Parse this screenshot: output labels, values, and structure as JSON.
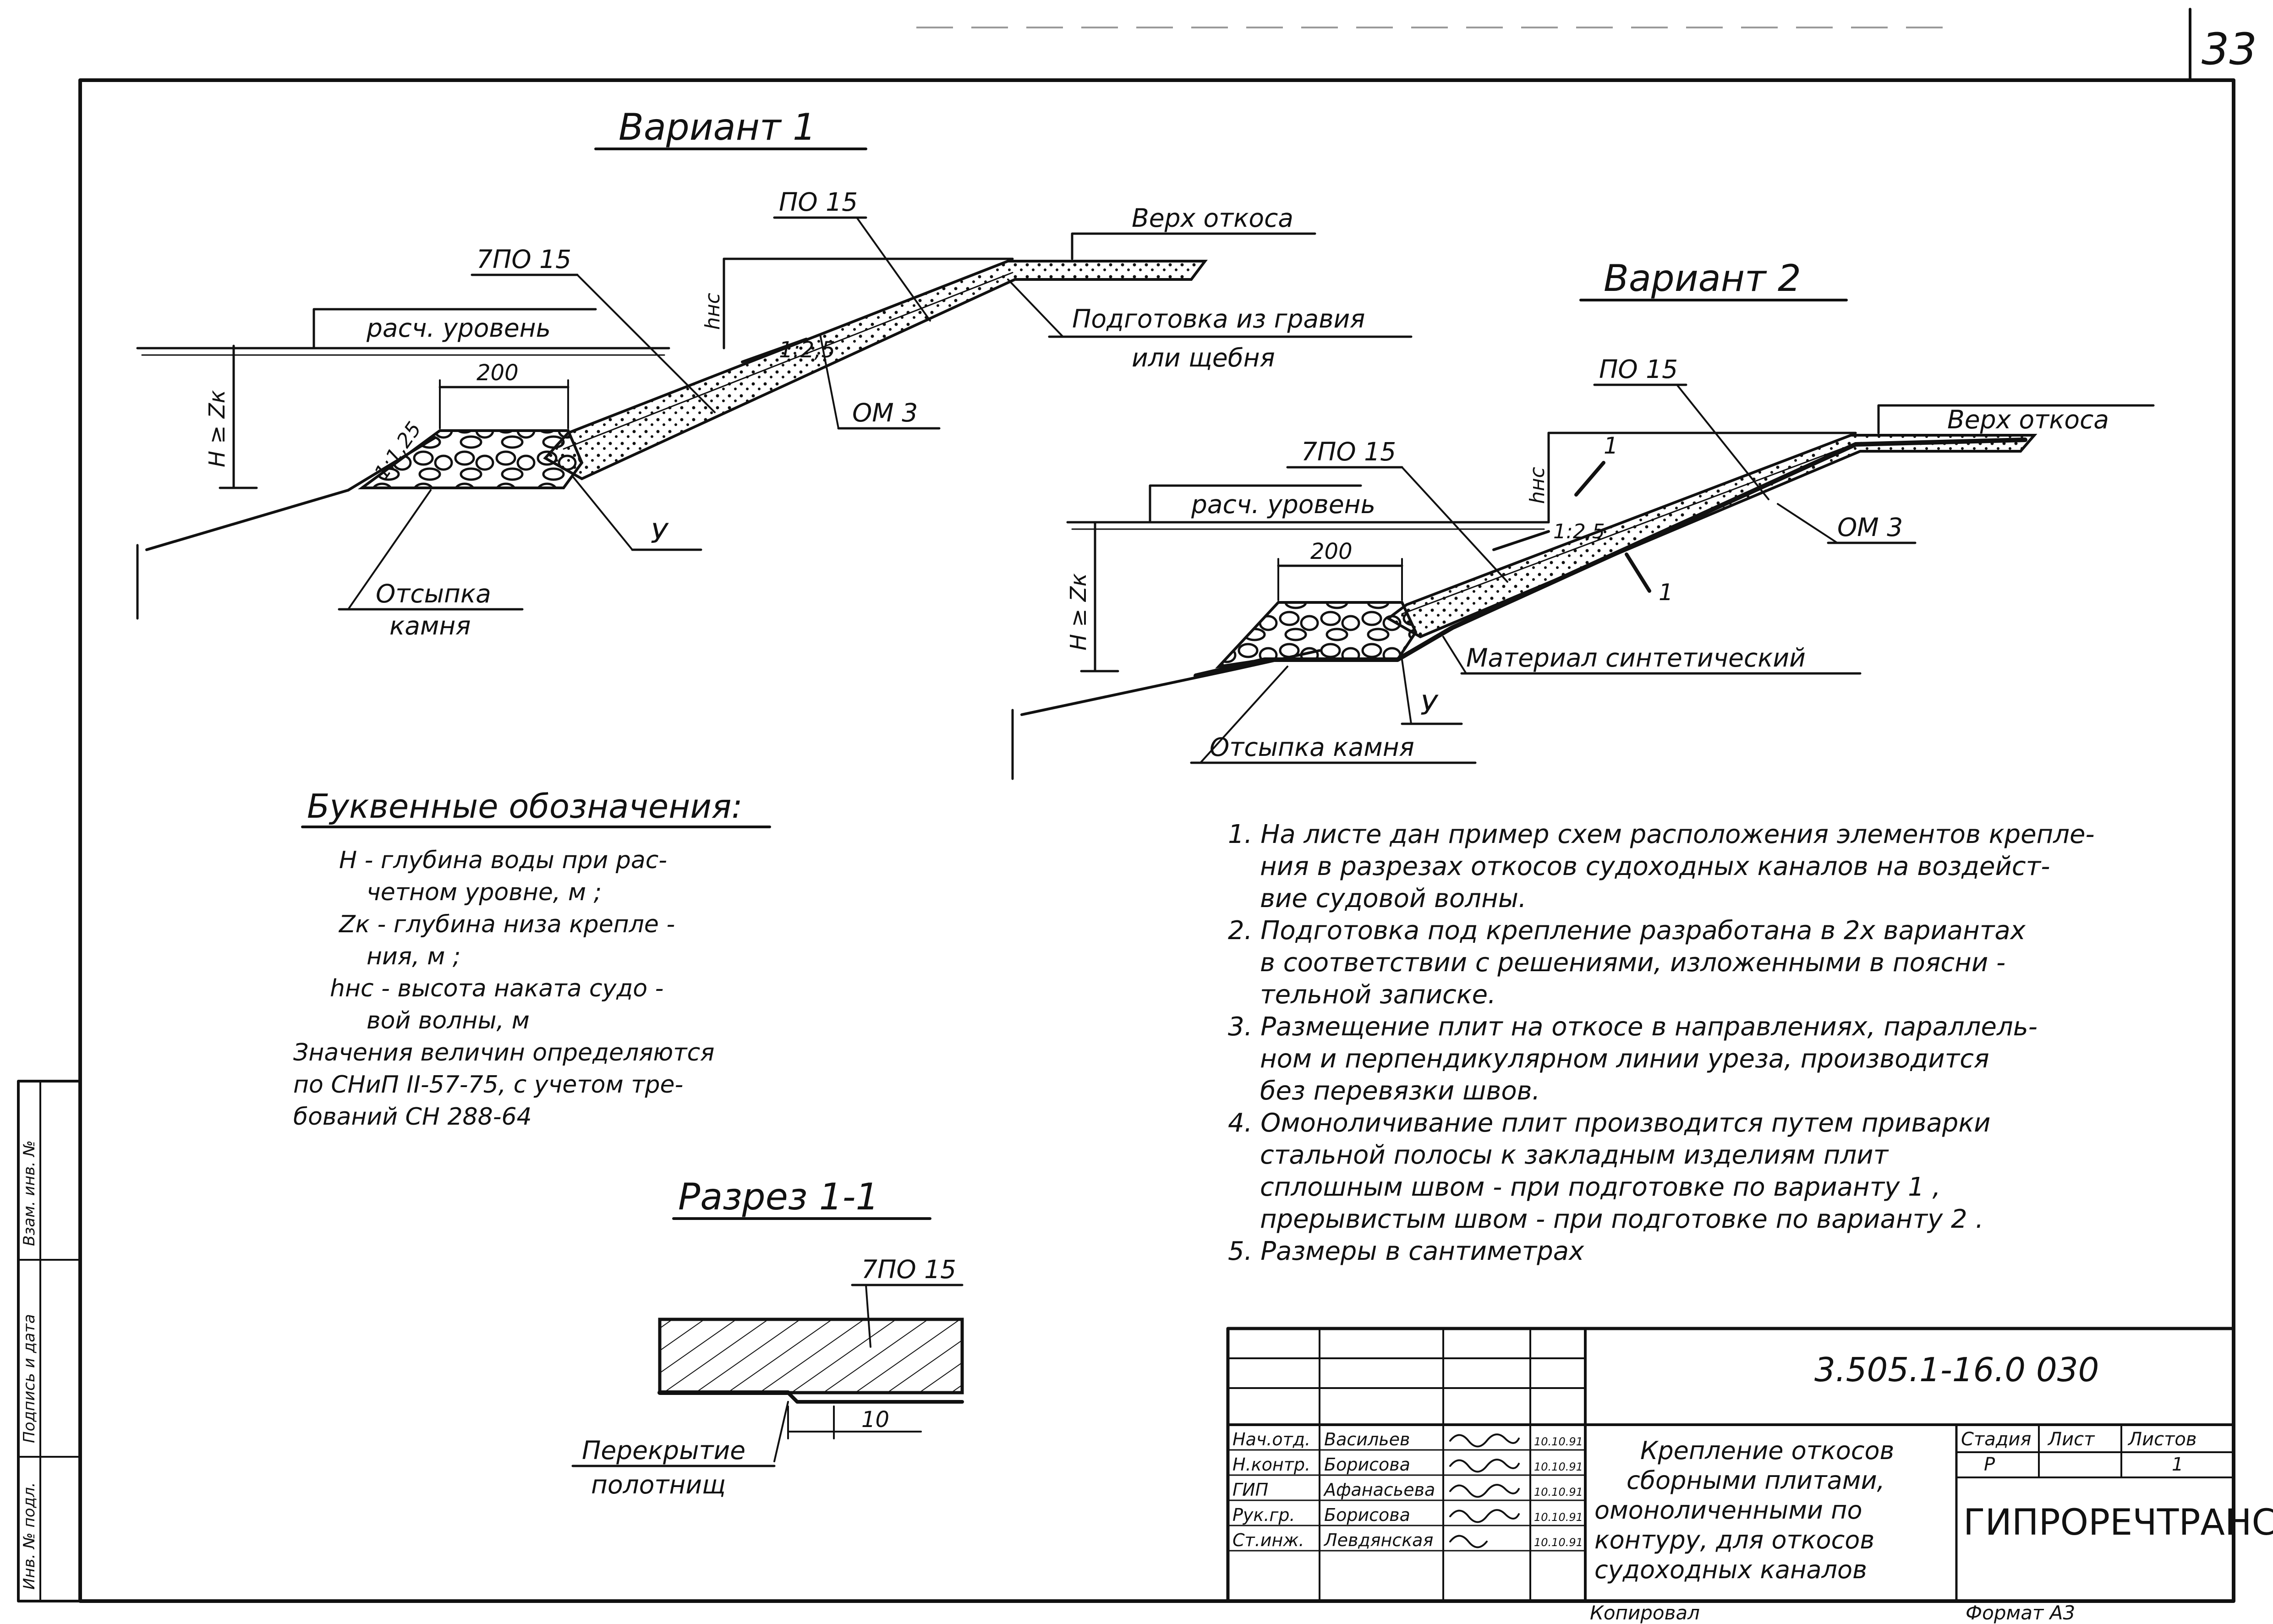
{
  "sheet": {
    "page_number": "33",
    "stamp_left": [
      "Инв. № подл.",
      "Подпись и дата",
      "Взам. инв. №"
    ]
  },
  "variant1": {
    "title": "Вариант 1",
    "labels": {
      "top_slope": "Верх откоса",
      "po15": "ПО 15",
      "tpo15": "7ПО 15",
      "design_level": "расч. уровень",
      "h_nc": "hнс",
      "slope": "1:2,5",
      "prep_line1": "Подготовка из гравия",
      "prep_line2": "или щебня",
      "width_200": "200",
      "om3": "ОМ 3",
      "h_zk": "H ≥ Zк",
      "toe_slope": "1:1,25",
      "node": "У",
      "stone_line1": "Отсыпка",
      "stone_line2": "камня"
    }
  },
  "variant2": {
    "title": "Вариант 2",
    "labels": {
      "po15": "ПО 15",
      "top_slope": "Верх откоса",
      "tpo15": "7ПО 15",
      "h_nc": "hнс",
      "section_mark": "1",
      "design_level": "расч. уровень",
      "slope": "1:2,5",
      "om3": "ОМ 3",
      "width_200": "200",
      "h_zk": "H ≥ Zк",
      "synthetic": "Материал синтетический",
      "node": "У",
      "stone": "Отсыпка камня"
    }
  },
  "legend": {
    "title": "Буквенные обозначения:",
    "lines": [
      "H - глубина воды при рас-",
      "четном уровне, м ;",
      "Zк - глубина низа крепле -",
      "ния, м ;",
      "hнс - высота наката судо -",
      "вой волны, м",
      "Значения величин определяются",
      "по СНиП II-57-75, с учетом тре-",
      "бований СН 288-64"
    ]
  },
  "notes": [
    "1. На листе дан пример схем расположения элементов крепле-",
    "ния в разрезах откосов судоходных каналов на воздейст-",
    "вие судовой волны.",
    "2. Подготовка под крепление разработана в 2х вариантах",
    "в соответствии с решениями, изложенными в поясни -",
    "тельной записке.",
    "3. Размещение плит на откосе в направлениях, параллель-",
    "ном и перпендикулярном линии уреза, производится",
    "без перевязки швов.",
    "4. Омоноличивание плит производится путем приварки",
    "стальной полосы к закладным изделиям плит",
    "сплошным швом - при подготовке по варианту 1 ,",
    "прерывистым швом - при подготовке по варианту 2 .",
    "5. Размеры в сантиметрах"
  ],
  "section": {
    "title": "Разрез 1-1",
    "slab_label": "7ПО 15",
    "dim_10": "10",
    "overlap_line1": "Перекрытие",
    "overlap_line2": "полотнищ"
  },
  "title_block": {
    "doc_code": "3.505.1-16.0 030",
    "description": [
      "Крепление откосов",
      "сборными плитами,",
      "омоноличенными по",
      "контуру, для откосов",
      "судоходных каналов"
    ],
    "stage_header": "Стадия",
    "sheet_header": "Лист",
    "sheets_header": "Листов",
    "stage_value": "Р",
    "sheets_value": "1",
    "org": "ГИПРОРЕЧТРАНС",
    "signatures": [
      {
        "role": "Нач.отд.",
        "name": "Васильев",
        "date": "10.10.91"
      },
      {
        "role": "Н.контр.",
        "name": "Борисова",
        "date": "10.10.91"
      },
      {
        "role": "ГИП",
        "name": "Афанасьева",
        "date": "10.10.91"
      },
      {
        "role": "Рук.гр.",
        "name": "Борисова",
        "date": "10.10.91"
      },
      {
        "role": "Ст.инж.",
        "name": "Левдянская",
        "date": "10.10.91"
      }
    ],
    "copied": "Копировал",
    "format": "Формат А3"
  }
}
